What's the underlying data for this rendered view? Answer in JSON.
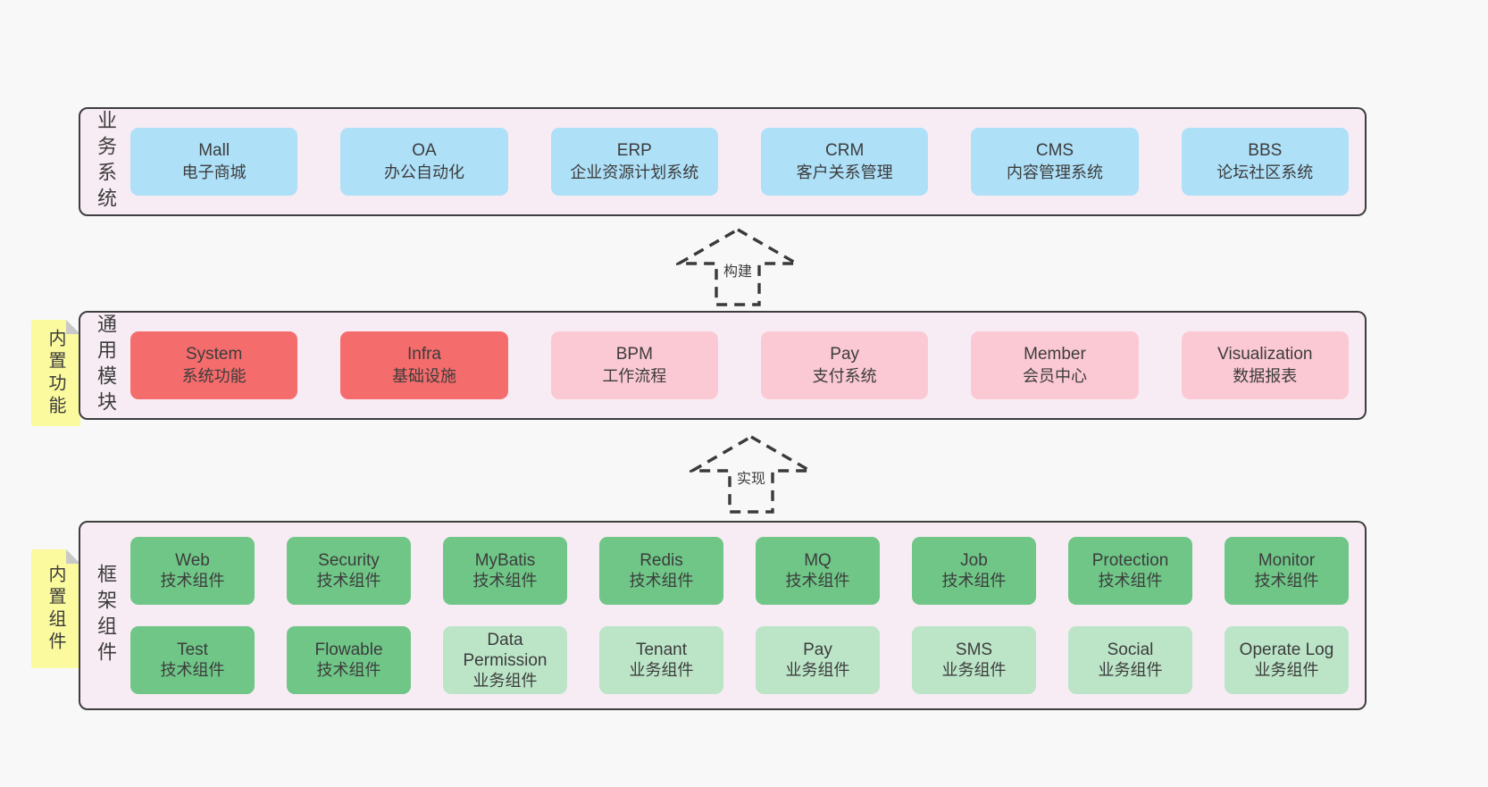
{
  "colors": {
    "panel": "#f8ecf4",
    "blue": "#aee0f8",
    "red": "#f56c6c",
    "pink": "#fbc9d4",
    "green": "#6fc687",
    "lightgreen": "#bce5c8",
    "sticky": "#fbfa9e",
    "fold": "#c9c9c9"
  },
  "layers": [
    {
      "label": "业务系统",
      "items": [
        {
          "name": "Mall",
          "desc": "电子商城"
        },
        {
          "name": "OA",
          "desc": "办公自动化"
        },
        {
          "name": "ERP",
          "desc": "企业资源计划系统"
        },
        {
          "name": "CRM",
          "desc": "客户关系管理"
        },
        {
          "name": "CMS",
          "desc": "内容管理系统"
        },
        {
          "name": "BBS",
          "desc": "论坛社区系统"
        }
      ]
    },
    {
      "label": "通用模块",
      "sticky": "内置功能",
      "items": [
        {
          "name": "System",
          "desc": "系统功能"
        },
        {
          "name": "Infra",
          "desc": "基础设施"
        },
        {
          "name": "BPM",
          "desc": "工作流程"
        },
        {
          "name": "Pay",
          "desc": "支付系统"
        },
        {
          "name": "Member",
          "desc": "会员中心"
        },
        {
          "name": "Visualization",
          "desc": "数据报表"
        }
      ]
    },
    {
      "label": "框架组件",
      "sticky": "内置组件",
      "row1": [
        {
          "name": "Web",
          "desc": "技术组件"
        },
        {
          "name": "Security",
          "desc": "技术组件"
        },
        {
          "name": "MyBatis",
          "desc": "技术组件"
        },
        {
          "name": "Redis",
          "desc": "技术组件"
        },
        {
          "name": "MQ",
          "desc": "技术组件"
        },
        {
          "name": "Job",
          "desc": "技术组件"
        },
        {
          "name": "Protection",
          "desc": "技术组件"
        },
        {
          "name": "Monitor",
          "desc": "技术组件"
        }
      ],
      "row2": [
        {
          "name": "Test",
          "desc": "技术组件"
        },
        {
          "name": "Flowable",
          "desc": "技术组件"
        },
        {
          "name": "Data Permission",
          "desc": "业务组件"
        },
        {
          "name": "Tenant",
          "desc": "业务组件"
        },
        {
          "name": "Pay",
          "desc": "业务组件"
        },
        {
          "name": "SMS",
          "desc": "业务组件"
        },
        {
          "name": "Social",
          "desc": "业务组件"
        },
        {
          "name": "Operate Log",
          "desc": "业务组件"
        }
      ]
    }
  ],
  "arrows": [
    {
      "label": "构建"
    },
    {
      "label": "实现"
    }
  ]
}
